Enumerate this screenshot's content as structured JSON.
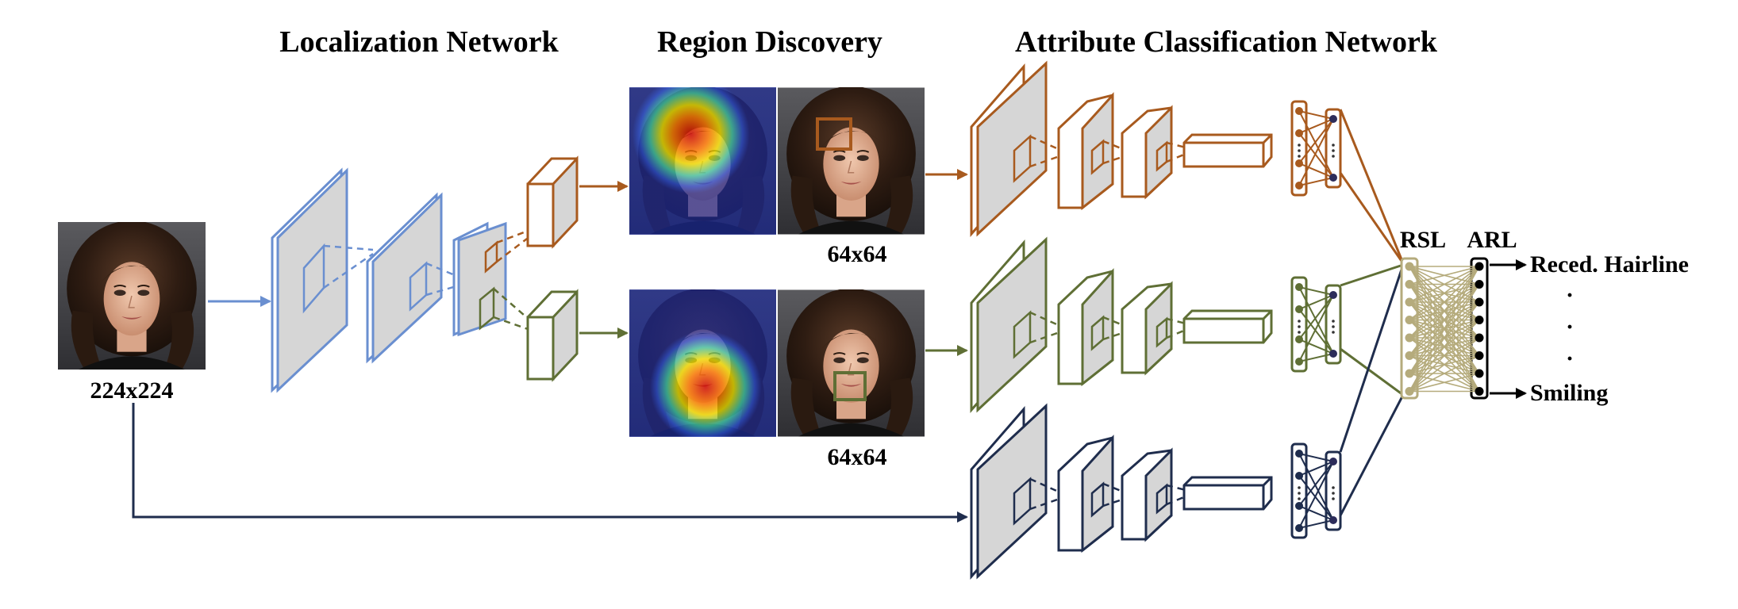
{
  "sections": {
    "localization": "Localization Network",
    "region_discovery": "Region Discovery",
    "attribute_classification": "Attribute Classification Network"
  },
  "input_size": "224x224",
  "region_sizes": [
    "64x64",
    "64x64"
  ],
  "layers": {
    "rsl": "RSL",
    "arl": "ARL"
  },
  "outputs": {
    "first": "Reced. Hairline",
    "ellipsis": "·",
    "last": "Smiling"
  },
  "colors": {
    "blue": "#6a8fd0",
    "orange": "#a85a1e",
    "green": "#5f6f35",
    "navy": "#1f2d4d",
    "khaki": "#b5ab7c",
    "gray_fill": "#d6d6d6"
  }
}
